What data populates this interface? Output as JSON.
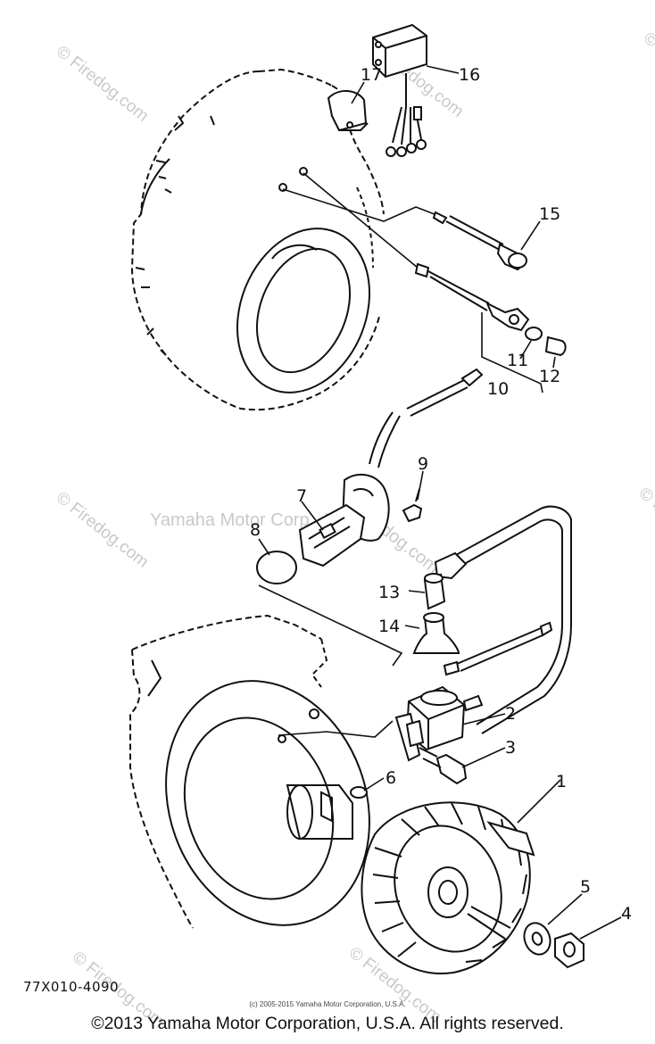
{
  "diagram": {
    "title": "",
    "part_code": "77X010-4090",
    "watermark_center": "Yamaha Motor Corp., U.S.A.",
    "watermark_site": "© Firedog.com",
    "watermark_mid": "Firedog.com",
    "small_copyright": "(c) 2005-2015 Yamaha Motor Corporation, U.S.A.",
    "footer_copyright": "©2013 Yamaha Motor Corporation, U.S.A. All rights reserved.",
    "callouts": [
      "1",
      "2",
      "3",
      "4",
      "5",
      "6",
      "7",
      "8",
      "9",
      "10",
      "11",
      "12",
      "13",
      "14",
      "15",
      "16",
      "17"
    ]
  }
}
